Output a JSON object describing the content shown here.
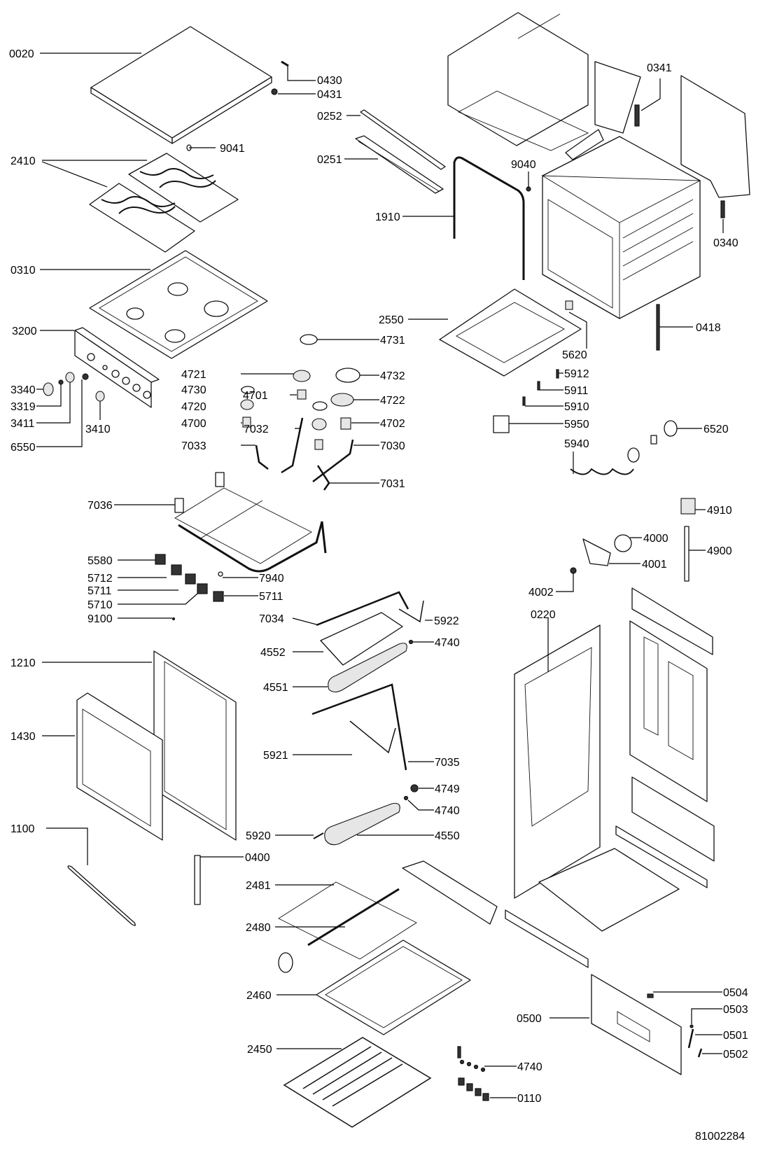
{
  "diagram": {
    "type": "exploded-parts-diagram",
    "subject": "gas cooker (hob + oven)",
    "document_number": "81002284",
    "callouts": [
      {
        "id": "0020",
        "label": "0020"
      },
      {
        "id": "0430",
        "label": "0430"
      },
      {
        "id": "0431",
        "label": "0431"
      },
      {
        "id": "9041",
        "label": "9041"
      },
      {
        "id": "2410",
        "label": "2410"
      },
      {
        "id": "0310",
        "label": "0310"
      },
      {
        "id": "3200",
        "label": "3200"
      },
      {
        "id": "3340",
        "label": "3340"
      },
      {
        "id": "3319",
        "label": "3319"
      },
      {
        "id": "3411",
        "label": "3411"
      },
      {
        "id": "3410",
        "label": "3410"
      },
      {
        "id": "6550",
        "label": "6550"
      },
      {
        "id": "0252",
        "label": "0252"
      },
      {
        "id": "0251",
        "label": "0251"
      },
      {
        "id": "1910",
        "label": "1910"
      },
      {
        "id": "9040",
        "label": "9040"
      },
      {
        "id": "0341",
        "label": "0341"
      },
      {
        "id": "0340",
        "label": "0340"
      },
      {
        "id": "2550",
        "label": "2550"
      },
      {
        "id": "5620",
        "label": "5620"
      },
      {
        "id": "0418",
        "label": "0418"
      },
      {
        "id": "4731",
        "label": "4731"
      },
      {
        "id": "4721",
        "label": "4721"
      },
      {
        "id": "4732",
        "label": "4732"
      },
      {
        "id": "4730",
        "label": "4730"
      },
      {
        "id": "4701",
        "label": "4701"
      },
      {
        "id": "4722",
        "label": "4722"
      },
      {
        "id": "4720",
        "label": "4720"
      },
      {
        "id": "4700",
        "label": "4700"
      },
      {
        "id": "7032",
        "label": "7032"
      },
      {
        "id": "4702",
        "label": "4702"
      },
      {
        "id": "7033",
        "label": "7033"
      },
      {
        "id": "7030",
        "label": "7030"
      },
      {
        "id": "7031",
        "label": "7031"
      },
      {
        "id": "5912",
        "label": "5912"
      },
      {
        "id": "5911",
        "label": "5911"
      },
      {
        "id": "5910",
        "label": "5910"
      },
      {
        "id": "5950",
        "label": "5950"
      },
      {
        "id": "5940",
        "label": "5940"
      },
      {
        "id": "6520",
        "label": "6520"
      },
      {
        "id": "7036",
        "label": "7036"
      },
      {
        "id": "4910",
        "label": "4910"
      },
      {
        "id": "4000",
        "label": "4000"
      },
      {
        "id": "4900",
        "label": "4900"
      },
      {
        "id": "4001",
        "label": "4001"
      },
      {
        "id": "4002",
        "label": "4002"
      },
      {
        "id": "5580",
        "label": "5580"
      },
      {
        "id": "5712",
        "label": "5712"
      },
      {
        "id": "7940",
        "label": "7940"
      },
      {
        "id": "5711a",
        "label": "5711"
      },
      {
        "id": "5711b",
        "label": "5711"
      },
      {
        "id": "5710",
        "label": "5710"
      },
      {
        "id": "9100",
        "label": "9100"
      },
      {
        "id": "7034",
        "label": "7034"
      },
      {
        "id": "5922",
        "label": "5922"
      },
      {
        "id": "0220",
        "label": "0220"
      },
      {
        "id": "4552",
        "label": "4552"
      },
      {
        "id": "4740a",
        "label": "4740"
      },
      {
        "id": "1210",
        "label": "1210"
      },
      {
        "id": "4551",
        "label": "4551"
      },
      {
        "id": "1430",
        "label": "1430"
      },
      {
        "id": "5921",
        "label": "5921"
      },
      {
        "id": "7035",
        "label": "7035"
      },
      {
        "id": "4749",
        "label": "4749"
      },
      {
        "id": "4740b",
        "label": "4740"
      },
      {
        "id": "1100",
        "label": "1100"
      },
      {
        "id": "5920",
        "label": "5920"
      },
      {
        "id": "4550",
        "label": "4550"
      },
      {
        "id": "0400",
        "label": "0400"
      },
      {
        "id": "2481",
        "label": "2481"
      },
      {
        "id": "2480",
        "label": "2480"
      },
      {
        "id": "0504",
        "label": "0504"
      },
      {
        "id": "0503",
        "label": "0503"
      },
      {
        "id": "2460",
        "label": "2460"
      },
      {
        "id": "0500",
        "label": "0500"
      },
      {
        "id": "0501",
        "label": "0501"
      },
      {
        "id": "0502",
        "label": "0502"
      },
      {
        "id": "2450",
        "label": "2450"
      },
      {
        "id": "4740c",
        "label": "4740"
      },
      {
        "id": "0110",
        "label": "0110"
      }
    ]
  }
}
